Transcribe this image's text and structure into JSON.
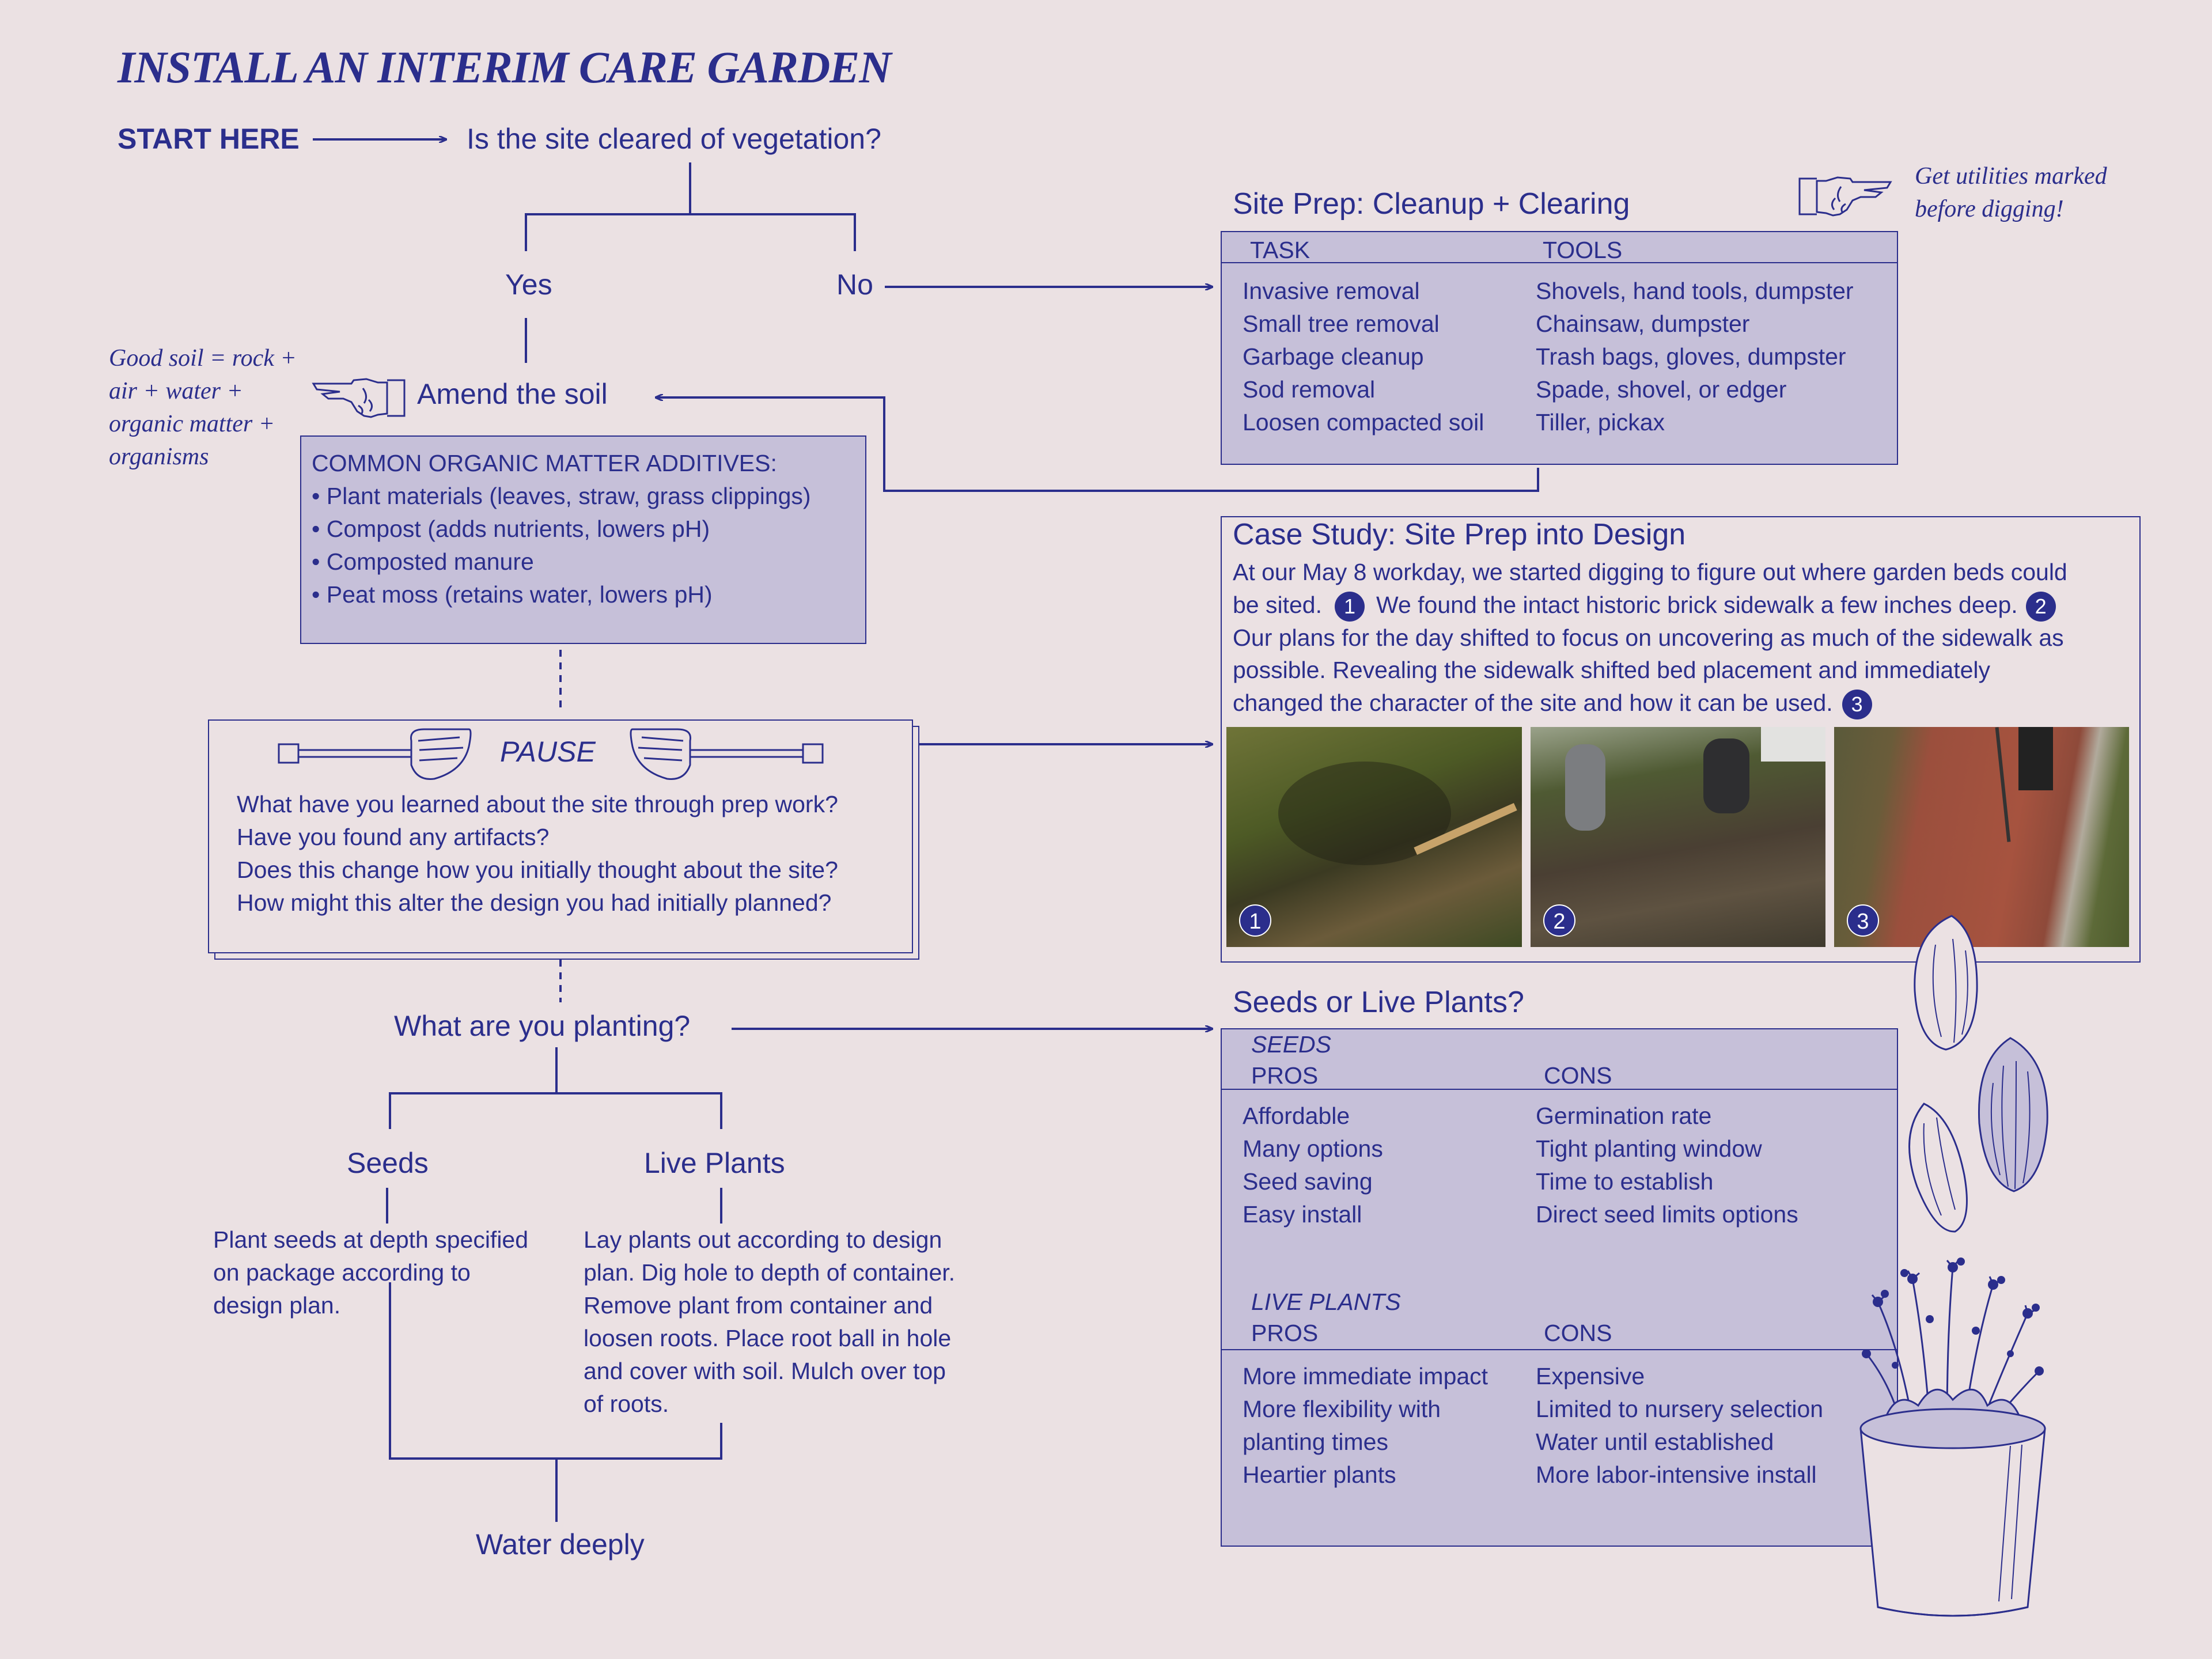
{
  "title": "INSTALL AN INTERIM CARE GARDEN",
  "start": "START HERE",
  "q1": "Is the site cleared of vegetation?",
  "yes": "Yes",
  "no": "No",
  "amend": "Amend the soil",
  "good_soil_note": [
    "Good soil = rock +",
    "air + water +",
    "organic matter +",
    "organisms"
  ],
  "additives": {
    "heading": "COMMON ORGANIC MATTER ADDITIVES:",
    "items": [
      "• Plant materials (leaves, straw, grass clippings)",
      "• Compost (adds nutrients, lowers pH)",
      "• Composted manure",
      "• Peat moss (retains water, lowers pH)"
    ]
  },
  "site_prep": {
    "heading": "Site Prep: Cleanup + Clearing",
    "task_label": "TASK",
    "tools_label": "TOOLS",
    "tasks": [
      "Invasive removal",
      "Small tree removal",
      "Garbage cleanup",
      "Sod removal",
      "Loosen compacted soil"
    ],
    "tools": [
      "Shovels, hand tools, dumpster",
      "Chainsaw, dumpster",
      "Trash bags, gloves, dumpster",
      "Spade, shovel, or edger",
      "Tiller, pickax"
    ]
  },
  "utilities_note": [
    "Get utilities marked",
    "before digging!"
  ],
  "pause": {
    "label": "PAUSE",
    "questions": [
      "What have you learned about the site through prep work?",
      "Have you found any artifacts?",
      "Does this change how you initially thought about the site?",
      "How might this alter the design you had initially planned?"
    ]
  },
  "case_study": {
    "heading": "Case Study: Site Prep into Design",
    "line1": "At our May 8 workday, we started digging to figure out where garden beds could",
    "line2a": "be sited.",
    "line2b": "We found the intact historic brick sidewalk a few inches deep.",
    "line3": "Our plans for the day shifted to focus on uncovering as much of the sidewalk as",
    "line4": "possible. Revealing the sidewalk shifted bed placement and immediately",
    "line5": "changed the character of the site and how it can be used.",
    "markers": [
      "1",
      "2",
      "3"
    ]
  },
  "q2": "What are you planting?",
  "seeds": "Seeds",
  "live_plants": "Live Plants",
  "seeds_text": [
    "Plant seeds at depth specified",
    "on package according to",
    "design plan."
  ],
  "plants_text": [
    "Lay plants out according to design",
    "plan. Dig hole to depth of container.",
    "Remove plant from container and",
    "loosen roots. Place root ball in hole",
    "and cover with soil. Mulch over top",
    "of roots."
  ],
  "water": "Water deeply",
  "seeds_or_plants": {
    "heading": "Seeds or Live Plants?",
    "seeds_label": "SEEDS",
    "live_label": "LIVE PLANTS",
    "pros_label": "PROS",
    "cons_label": "CONS",
    "seeds_pros": [
      "Affordable",
      "Many options",
      "Seed saving",
      "Easy install"
    ],
    "seeds_cons": [
      "Germination rate",
      "Tight planting window",
      "Time to establish",
      "Direct seed limits options"
    ],
    "live_pros": [
      "More immediate impact",
      "More flexibility with",
      "planting times",
      "Heartier plants"
    ],
    "live_cons": [
      "Expensive",
      "Limited to nursery selection",
      "Water until established",
      "More labor-intensive install"
    ]
  },
  "colors": {
    "ink": "#2b2e8c",
    "background": "#ebe1e3",
    "box": "#c6c0d9"
  }
}
